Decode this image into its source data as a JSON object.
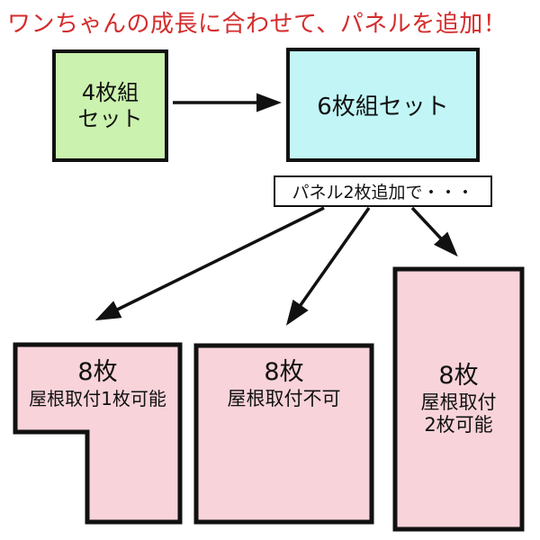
{
  "title": {
    "text": "ワンちゃんの成長に合わせて、パネルを追加！"
  },
  "colors": {
    "title_red": "#d42c2c",
    "green": "#cbf2ae",
    "cyan": "#c2f6f6",
    "white": "#ffffff",
    "pink": "#f8d3da",
    "border": "#111111"
  },
  "flow": {
    "start_box": {
      "label": "4枚組\nセット"
    },
    "six_box": {
      "label": "6枚組セット"
    },
    "note_box": {
      "label": "パネル2枚追加で・・・"
    }
  },
  "options": [
    {
      "count": "8枚",
      "note": "屋根取付1枚可能"
    },
    {
      "count": "8枚",
      "note": "屋根取付不可"
    },
    {
      "count": "8枚",
      "note": "屋根取付\n2枚可能"
    }
  ]
}
